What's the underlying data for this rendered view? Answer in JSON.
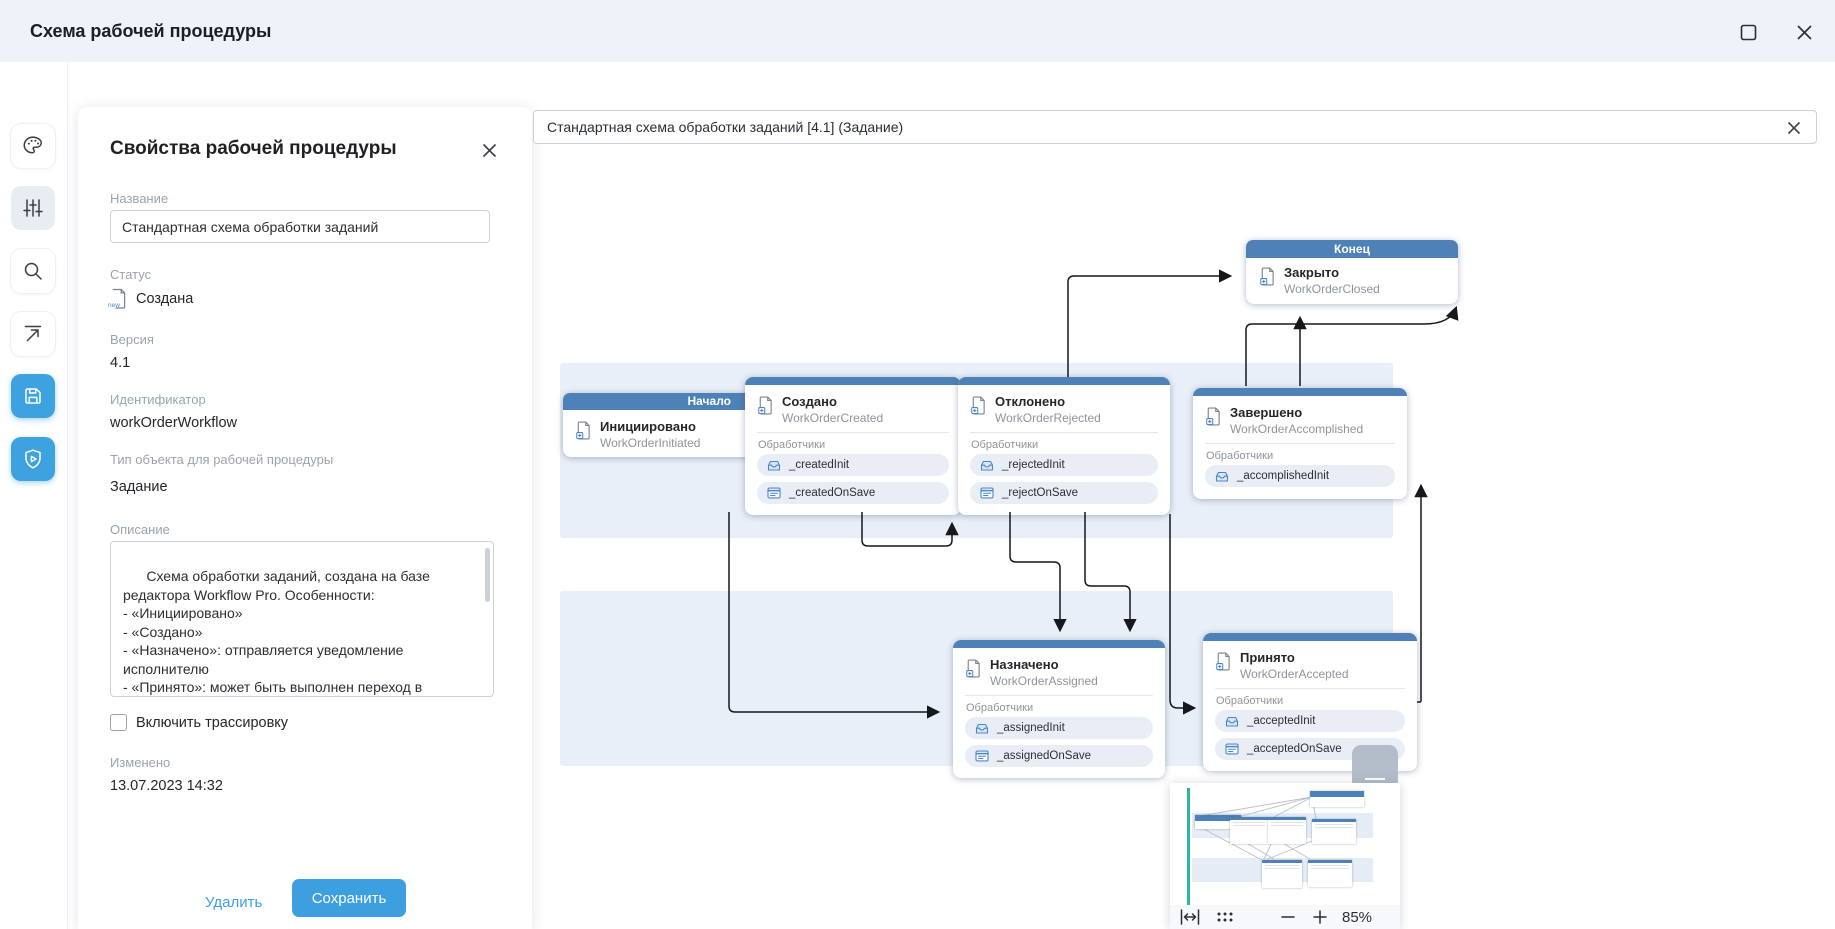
{
  "window": {
    "title": "Схема рабочей процедуры"
  },
  "sidebar": {
    "items": [
      {
        "name": "palette",
        "icon": "palette-icon",
        "active": false
      },
      {
        "name": "settings",
        "icon": "sliders-icon",
        "active": false
      },
      {
        "name": "search",
        "icon": "search-icon",
        "active": false
      },
      {
        "name": "export",
        "icon": "export-icon",
        "active": false
      },
      {
        "name": "save",
        "icon": "save-icon",
        "active": true
      },
      {
        "name": "validate",
        "icon": "shield-play-icon",
        "active": true
      }
    ]
  },
  "properties_panel": {
    "title": "Свойства рабочей процедуры",
    "fields": {
      "name_label": "Название",
      "name_value": "Стандартная схема обработки заданий",
      "status_label": "Статус",
      "status_value": "Создана",
      "status_icon_text": "new",
      "version_label": "Версия",
      "version_value": "4.1",
      "id_label": "Идентификатор",
      "id_value": "workOrderWorkflow",
      "object_type_label": "Тип объекта для рабочей процедуры",
      "object_type_value": "Задание",
      "description_label": "Описание",
      "description_value": "Схема обработки заданий, создана на базе редактора Workflow Pro. Особенности:\n- «Инициировано»\n- «Создано»\n- «Назначено»: отправляется уведомление исполнителю\n- «Принято»: может быть выполнен переход в состояние «Завершено» или «Отклонено»",
      "trace_checkbox_label": "Включить трассировку",
      "trace_checkbox_checked": false,
      "modified_label": "Изменено",
      "modified_value": "13.07.2023 14:32"
    },
    "buttons": {
      "delete": "Удалить",
      "save": "Сохранить"
    }
  },
  "canvas": {
    "tab_title": "Стандартная схема обработки заданий [4.1] (Задание)",
    "handlers_label": "Обработчики",
    "zoom_level": "85%",
    "nodes": [
      {
        "kind": "start",
        "title": "Начало",
        "state": "Инициировано",
        "code": "WorkOrderInitiated"
      },
      {
        "kind": "state",
        "state": "Создано",
        "code": "WorkOrderCreated",
        "handlers": [
          {
            "name": "_createdInit",
            "icon": "init-handler-icon"
          },
          {
            "name": "_createdOnSave",
            "icon": "save-handler-icon"
          }
        ]
      },
      {
        "kind": "state",
        "state": "Отклонено",
        "code": "WorkOrderRejected",
        "handlers": [
          {
            "name": "_rejectedInit",
            "icon": "init-handler-icon"
          },
          {
            "name": "_rejectOnSave",
            "icon": "save-handler-icon"
          }
        ]
      },
      {
        "kind": "state",
        "state": "Завершено",
        "code": "WorkOrderAccomplished",
        "handlers": [
          {
            "name": "_accomplishedInit",
            "icon": "init-handler-icon"
          }
        ]
      },
      {
        "kind": "end",
        "title": "Конец",
        "state": "Закрыто",
        "code": "WorkOrderClosed"
      },
      {
        "kind": "state",
        "state": "Назначено",
        "code": "WorkOrderAssigned",
        "handlers": [
          {
            "name": "_assignedInit",
            "icon": "init-handler-icon"
          },
          {
            "name": "_assignedOnSave",
            "icon": "save-handler-icon"
          }
        ]
      },
      {
        "kind": "state",
        "state": "Принято",
        "code": "WorkOrderAccepted",
        "handlers": [
          {
            "name": "_acceptedInit",
            "icon": "init-handler-icon"
          },
          {
            "name": "_acceptedOnSave",
            "icon": "save-handler-icon"
          }
        ]
      }
    ]
  },
  "colors": {
    "accent_blue": "#3d9fe0",
    "node_header_blue": "#4d81b8",
    "lane_background": "#e9eff8",
    "header_background": "#eef3f9",
    "minimap_teal": "#2fb3a4",
    "chip_background": "#e9eef6"
  }
}
